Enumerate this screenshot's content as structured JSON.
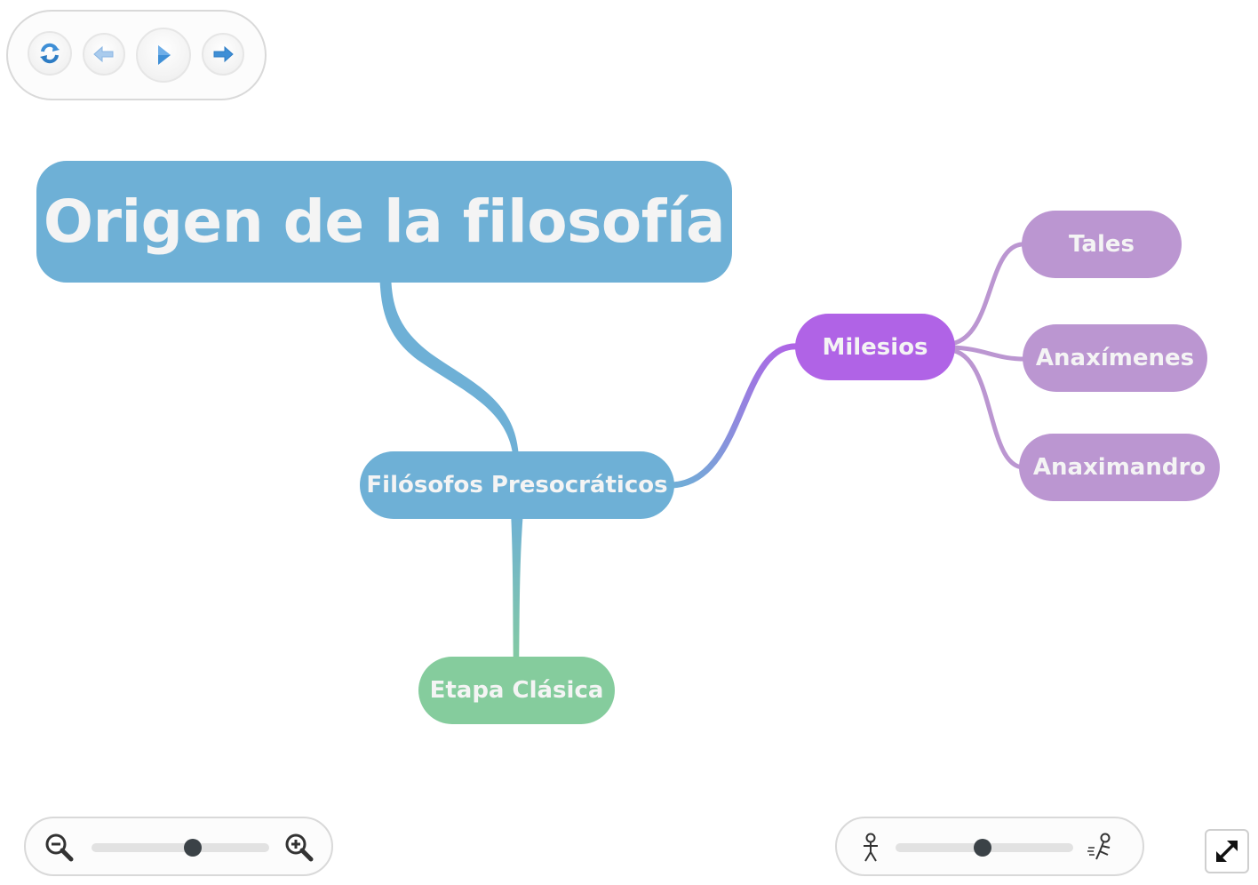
{
  "mindmap": {
    "root": {
      "label": "Origen de la filosofía",
      "color": "#6eb0d6"
    },
    "presocraticos": {
      "label": "Filósofos Presocráticos",
      "color": "#6eb0d6"
    },
    "etapa_clasica": {
      "label": "Etapa Clásica",
      "color": "#85cc9d"
    },
    "milesios": {
      "label": "Milesios",
      "color": "#b063e6"
    },
    "tales": {
      "label": "Tales",
      "color": "#bb96d1"
    },
    "anaximenes": {
      "label": "Anaxímenes",
      "color": "#bb96d1"
    },
    "anaximandro": {
      "label": "Anaximandro",
      "color": "#bb96d1"
    }
  },
  "controls": {
    "nav": {
      "reload_icon": "reload-icon",
      "back_icon": "arrow-left-icon",
      "play_icon": "play-icon",
      "forward_icon": "arrow-right-icon"
    },
    "zoom": {
      "out_icon": "zoom-out-icon",
      "in_icon": "zoom-in-icon",
      "level": 0.57
    },
    "speed": {
      "slow_icon": "walking-figure-icon",
      "fast_icon": "running-figure-icon",
      "level": 0.49
    },
    "fullscreen_icon": "expand-arrows-icon"
  }
}
